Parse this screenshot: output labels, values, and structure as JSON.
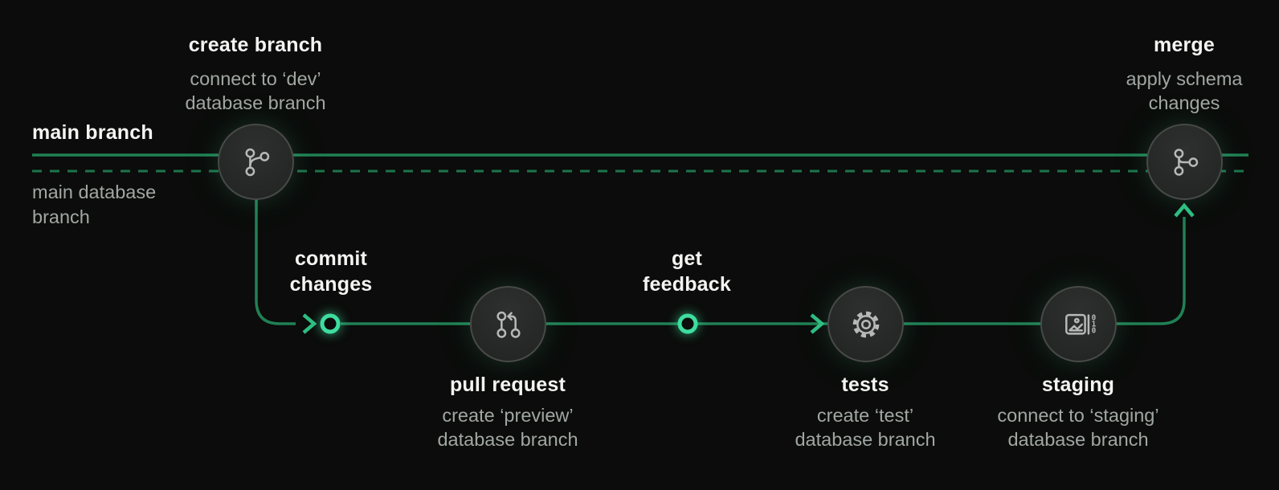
{
  "colors": {
    "background": "#0b0c0b",
    "branch_line_green": "#208054",
    "database_dash_green": "#1d744c",
    "marker_bright_green": "#3edd9f",
    "arrow_green": "#2fbd82",
    "node_fill": "#272928",
    "node_border": "#474a48",
    "icon_stroke": "#b7b9b8",
    "title_text": "#f4f4f3",
    "subtitle_text": "#a1a7a3"
  },
  "main_lane": {
    "branch_label": "main branch",
    "db_label_line1": "main database",
    "db_label_line2": "branch"
  },
  "steps": {
    "create_branch": {
      "title": "create branch",
      "subtitle1": "connect to ‘dev’",
      "subtitle2": "database branch",
      "icon": "git-branch-icon"
    },
    "commit_changes": {
      "title1": "commit",
      "title2": "changes"
    },
    "pull_request": {
      "title": "pull request",
      "subtitle1": "create ‘preview’",
      "subtitle2": "database branch",
      "icon": "git-pull-request-icon"
    },
    "get_feedback": {
      "title1": "get",
      "title2": "feedback"
    },
    "tests": {
      "title": "tests",
      "subtitle1": "create ‘test’",
      "subtitle2": "database branch",
      "icon": "gear-icon"
    },
    "staging": {
      "title": "staging",
      "subtitle1": "connect to ‘staging’",
      "subtitle2": "database branch",
      "icon": "image-binary-icon",
      "binary_digits": [
        "0",
        "1",
        "0"
      ]
    },
    "merge": {
      "title": "merge",
      "subtitle1": "apply schema",
      "subtitle2": "changes",
      "icon": "git-merge-icon"
    }
  }
}
